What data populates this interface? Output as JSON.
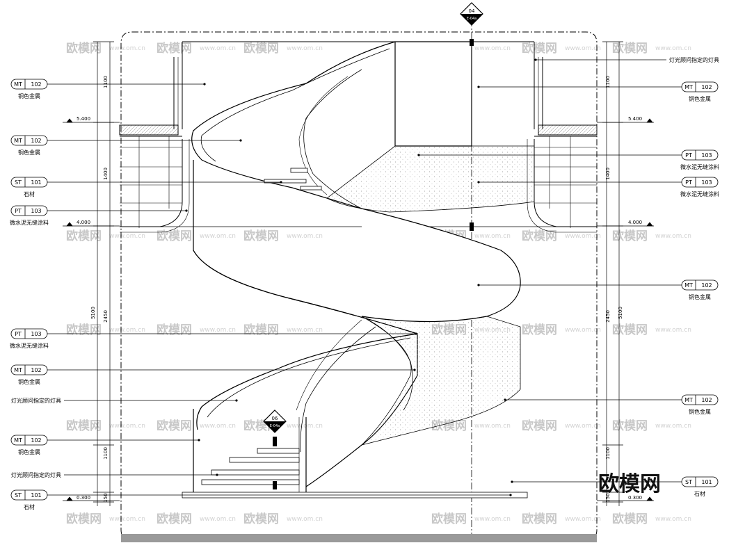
{
  "section_marker_top": {
    "number": "04",
    "sheet": "E-04a"
  },
  "section_marker_mid": {
    "number": "06",
    "sheet": "E-04a"
  },
  "levels": {
    "top": "5.400",
    "mid": "4.000",
    "bottom": "0.300"
  },
  "dimensions": {
    "left_outer": [
      "1100",
      "1400",
      "2450",
      "1100",
      "150"
    ],
    "left_total": "5100",
    "right_outer": [
      "1100",
      "1400",
      "2450",
      "1100",
      "150"
    ],
    "right_total": "5100"
  },
  "left_tags": [
    {
      "code": "MT",
      "num": "102",
      "label": "铜色金属"
    },
    {
      "code": "MT",
      "num": "102",
      "label": "铜色金属"
    },
    {
      "code": "ST",
      "num": "101",
      "label": "石材"
    },
    {
      "code": "PT",
      "num": "103",
      "label": "微水泥无缝涂料"
    },
    {
      "code": "PT",
      "num": "103",
      "label": "微水泥无缝涂料"
    },
    {
      "code": "MT",
      "num": "102",
      "label": "铜色金属"
    },
    {
      "code": "MT",
      "num": "102",
      "label": "铜色金属"
    },
    {
      "code": "ST",
      "num": "101",
      "label": "石材"
    }
  ],
  "left_notes": [
    "灯光顾问指定的灯具",
    "灯光顾问指定的灯具"
  ],
  "right_tags": [
    {
      "code": "MT",
      "num": "102",
      "label": "铜色金属"
    },
    {
      "code": "PT",
      "num": "103",
      "label": "微水泥无缝涂料"
    },
    {
      "code": "PT",
      "num": "103",
      "label": "微水泥无缝涂料"
    },
    {
      "code": "MT",
      "num": "102",
      "label": "铜色金属"
    },
    {
      "code": "MT",
      "num": "102",
      "label": "铜色金属"
    },
    {
      "code": "ST",
      "num": "101",
      "label": "石材"
    }
  ],
  "right_note": "灯光顾问指定的灯具",
  "watermark": {
    "text": "欧模网",
    "url": "www.om.cn"
  },
  "logo_text": "欧模网"
}
